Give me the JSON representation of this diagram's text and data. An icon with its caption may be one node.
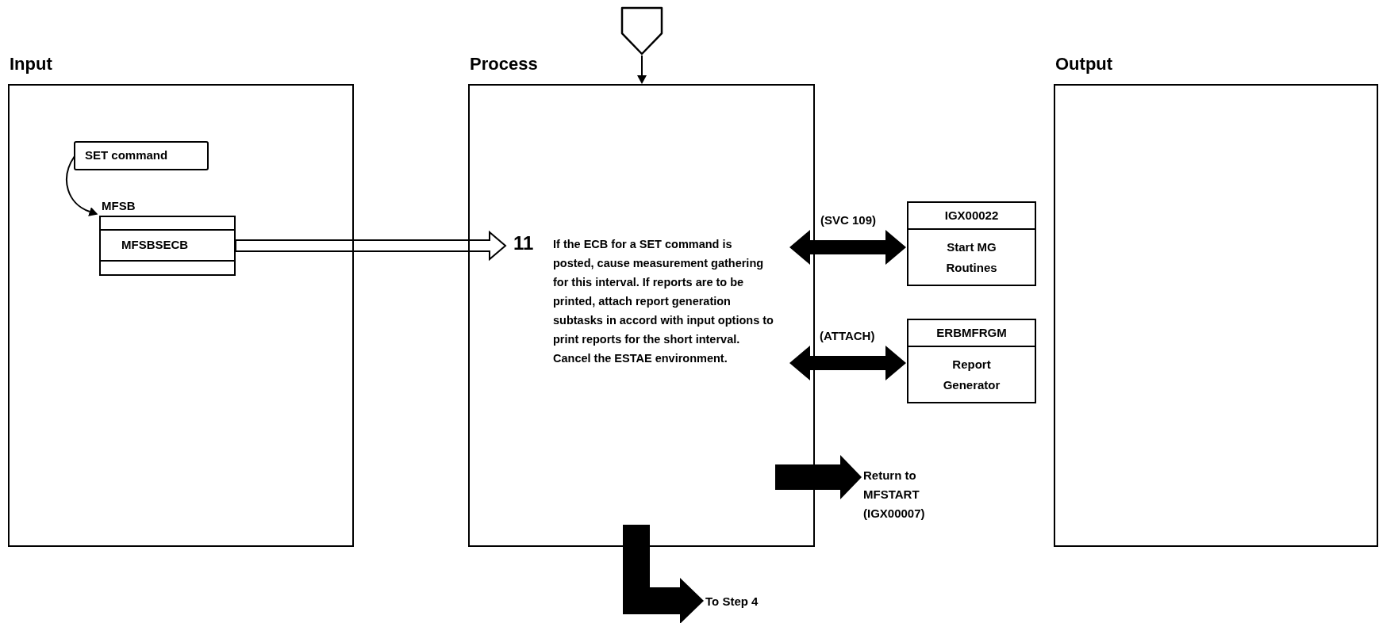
{
  "diagram": {
    "nodes": [
      {
        "text": [
          "Input"
        ]
      },
      {
        "text": [
          "Process"
        ]
      },
      {
        "text": [
          "Output"
        ]
      },
      {
        "text": [
          "SET command"
        ],
        "in": 0
      },
      {
        "text": [
          "MFSB",
          "MFSBSECB"
        ],
        "in": 0
      },
      {
        "text": [],
        "shape": "pentagon"
      },
      {
        "text": [
          "11",
          "If the ECB for a SET command is posted, cause measurement gathering for this interval.  If reports are to be printed, attach report generation subtasks in accord with input options to print reports for the short interval.  Cancel the ESTAE environment."
        ],
        "in": 1
      },
      {
        "text": [
          "IGX00022",
          "Start MG Routines"
        ]
      },
      {
        "text": [
          "ERBMFRGM",
          "Report Generator"
        ]
      },
      {
        "text": [
          "Return to MFSTART (IGX00007)"
        ]
      },
      {
        "text": [
          "To Step 4"
        ]
      }
    ],
    "edges": [
      {
        "from": 3,
        "to": 4,
        "arrow": "to"
      },
      {
        "from": 4,
        "to": 6,
        "arrow": "to",
        "style": "thick"
      },
      {
        "from": 5,
        "to": 1,
        "arrow": "to"
      },
      {
        "from": 6,
        "to": 7,
        "arrow": "both",
        "label": "(SVC 109)",
        "style": "thick"
      },
      {
        "from": 6,
        "to": 8,
        "arrow": "both",
        "label": "(ATTACH)",
        "style": "thick"
      },
      {
        "from": null,
        "to": 9,
        "arrow": "to",
        "style": "thick"
      },
      {
        "from": null,
        "to": 10,
        "arrow": "to",
        "style": "thick"
      }
    ]
  }
}
